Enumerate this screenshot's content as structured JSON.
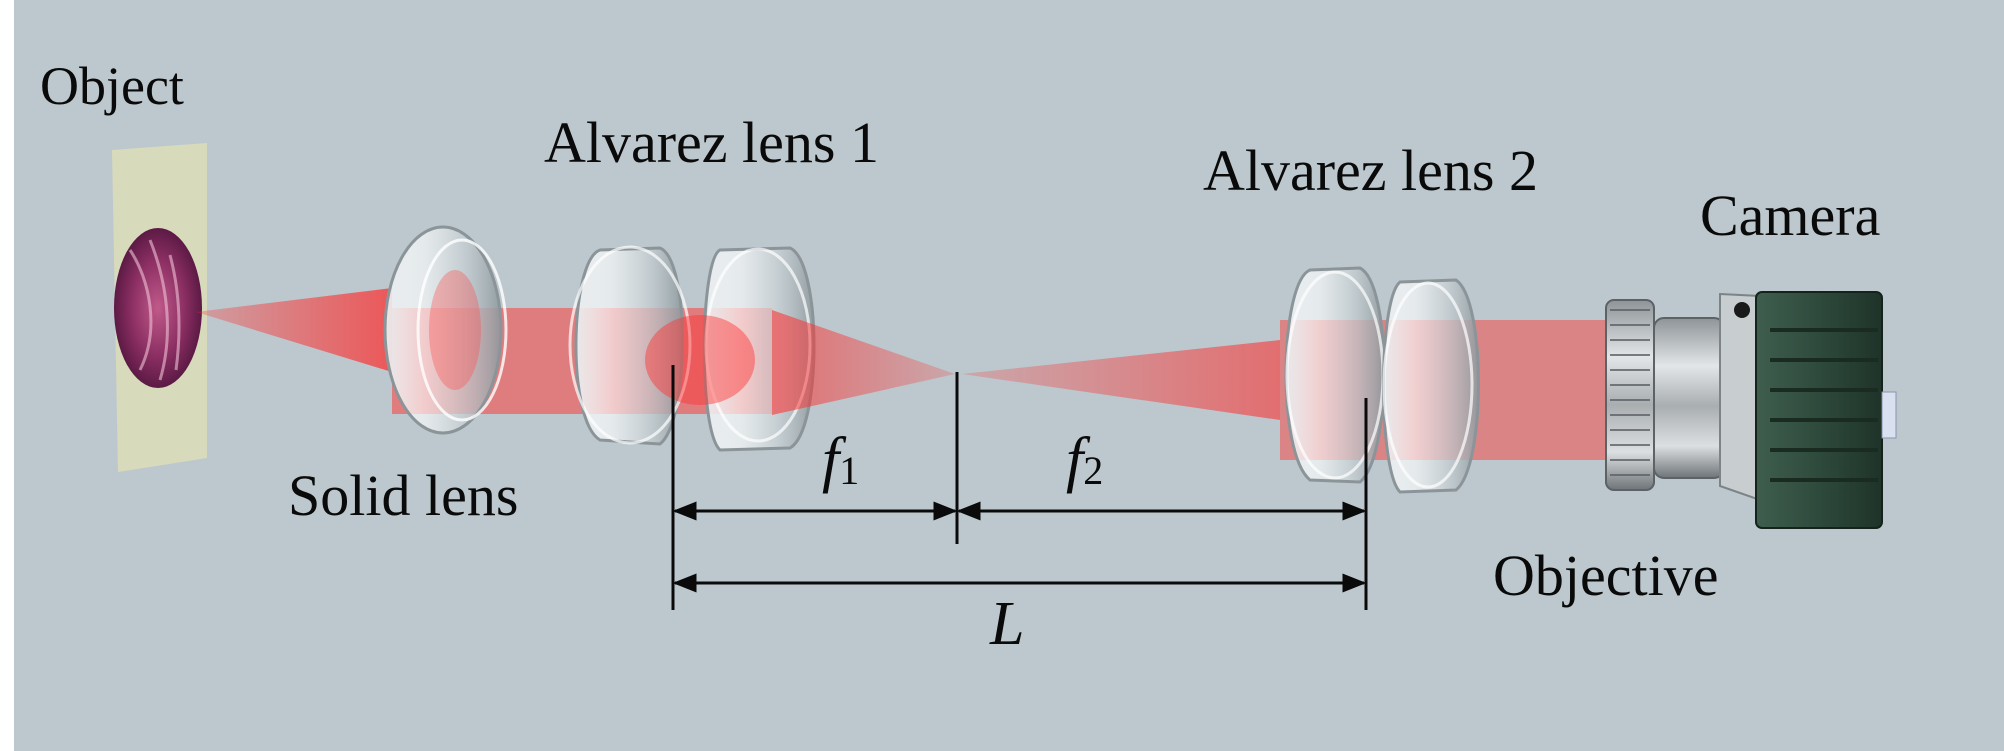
{
  "labels": {
    "object": "Object",
    "alvarez_lens_1": "Alvarez lens 1",
    "alvarez_lens_2": "Alvarez lens 2",
    "camera": "Camera",
    "solid_lens": "Solid lens",
    "objective": "Objective"
  },
  "dimensions": {
    "f1": {
      "symbol": "f",
      "subscript": "1"
    },
    "f2": {
      "symbol": "f",
      "subscript": "2"
    },
    "L": "L"
  },
  "colors": {
    "background": "#bcc8cd",
    "beam": "#ff2a2a",
    "camera_body": "#2e4a3c",
    "dimension_lines": "#0a0a0a"
  }
}
